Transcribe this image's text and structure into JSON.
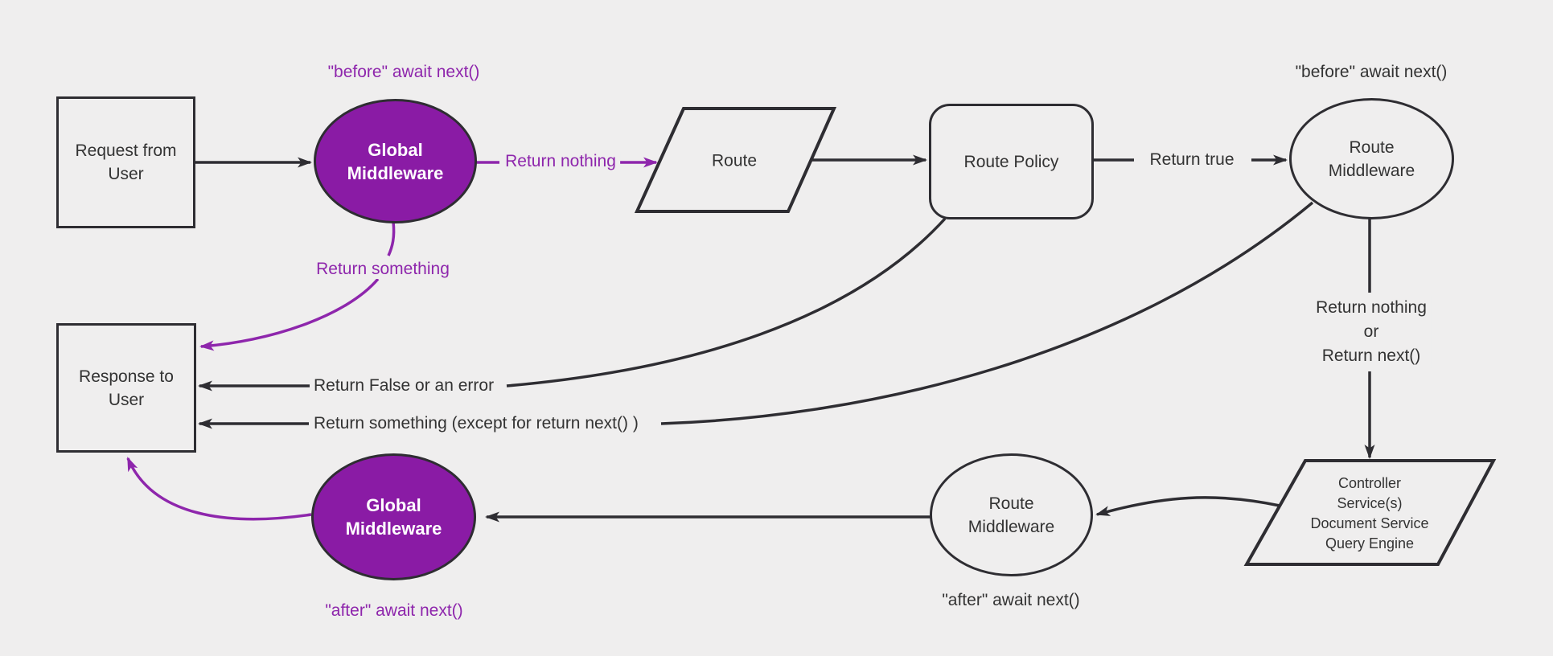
{
  "colors": {
    "background": "#efeeee",
    "line": "#2e2d32",
    "text": "#333333",
    "purple": "#8e26ac",
    "purpleFill": "#8a1ba5"
  },
  "nodes": {
    "request": {
      "lines": [
        "Request from",
        "User"
      ]
    },
    "global_middleware_top": {
      "lines": [
        "Global",
        "Middleware"
      ]
    },
    "route": {
      "lines": [
        "Route"
      ]
    },
    "route_policy": {
      "lines": [
        "Route Policy"
      ]
    },
    "route_middleware_top": {
      "lines": [
        "Route",
        "Middleware"
      ]
    },
    "controller": {
      "lines": [
        "Controller",
        "Service(s)",
        "Document Service",
        "Query Engine"
      ]
    },
    "route_middleware_bottom": {
      "lines": [
        "Route",
        "Middleware"
      ]
    },
    "global_middleware_bottom": {
      "lines": [
        "Global",
        "Middleware"
      ]
    },
    "response": {
      "lines": [
        "Response to",
        "User"
      ]
    }
  },
  "edge_labels": {
    "before_await_top": "\"before\" await next()",
    "return_nothing": "Return nothing",
    "return_true": "Return true",
    "before_await_right": "\"before\" await next()",
    "return_nothing_or": [
      "Return nothing",
      "or",
      "Return next()"
    ],
    "return_something": "Return something",
    "return_false": "Return False or an error",
    "return_something_except": "Return something (except for return next() )",
    "after_await_route": "\"after\" await next()",
    "after_await_global": "\"after\" await next()"
  }
}
